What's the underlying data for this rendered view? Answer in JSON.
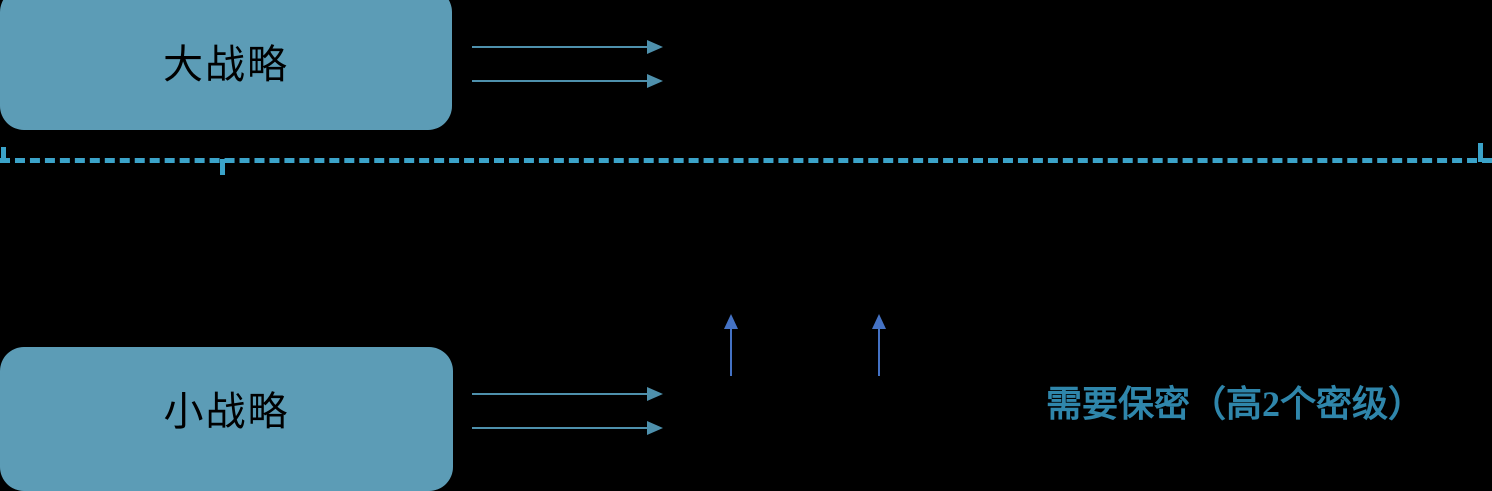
{
  "diagram": {
    "background_color": "#000000",
    "nodes": [
      {
        "id": "grand-strategy",
        "label": "大战略",
        "fill_color": "#5c9cb6",
        "text_color": "#000000"
      },
      {
        "id": "small-strategy",
        "label": "小战略",
        "fill_color": "#5c9cb6",
        "text_color": "#000000"
      }
    ],
    "connectors": {
      "horizontal_arrow_color": "#4e90ac",
      "vertical_arrow_color": "#4472c4",
      "horizontal_arrow_count_top": 2,
      "horizontal_arrow_count_bottom": 2,
      "vertical_arrow_count": 2
    },
    "divider": {
      "style": "dashed",
      "color": "#3ba3c9",
      "tick_count": 3
    },
    "annotations": [
      {
        "id": "secrecy-note",
        "text": "需要保密（高2个密级）",
        "color": "#2f86ab"
      }
    ]
  }
}
